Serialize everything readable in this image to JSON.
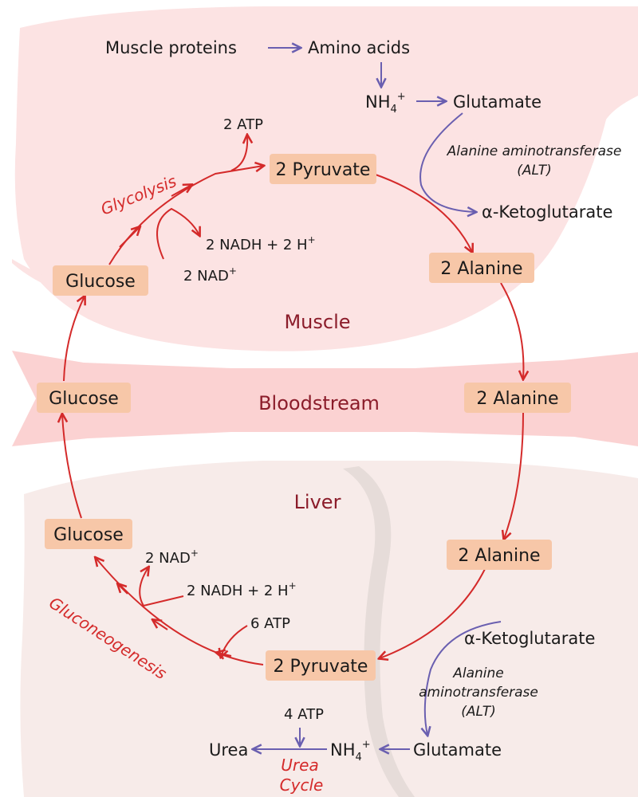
{
  "regions": {
    "muscle": "Muscle",
    "bloodstream": "Bloodstream",
    "liver": "Liver"
  },
  "boxes": {
    "glucose_muscle": "Glucose",
    "pyruvate_muscle": "2 Pyruvate",
    "alanine_muscle": "2 Alanine",
    "glucose_blood": "Glucose",
    "alanine_blood": "2 Alanine",
    "glucose_liver": "Glucose",
    "alanine_liver": "2 Alanine",
    "pyruvate_liver": "2 Pyruvate"
  },
  "muscle": {
    "muscle_proteins": "Muscle proteins",
    "amino_acids": "Amino acids",
    "nh4": "NH",
    "nh4_sub": "4",
    "nh4_sup": "+",
    "glutamate": "Glutamate",
    "enzyme_line1": "Alanine aminotransferase",
    "enzyme_line2": "(ALT)",
    "alpha_kg": "α-Ketoglutarate",
    "atp": "2 ATP",
    "glycolysis": "Glycolysis",
    "nadh": "2 NADH + 2 H",
    "nadh_sup": "+",
    "nad": "2 NAD",
    "nad_sup": "+"
  },
  "liver": {
    "alpha_kg": "α-Ketoglutarate",
    "enzyme_line1": "Alanine",
    "enzyme_line2": "aminotransferase",
    "enzyme_line3": "(ALT)",
    "glutamate": "Glutamate",
    "nh4": "NH",
    "nh4_sub": "4",
    "nh4_sup": "+",
    "urea": "Urea",
    "atp4": "4 ATP",
    "urea_cycle_1": "Urea",
    "urea_cycle_2": "Cycle",
    "atp6": "6 ATP",
    "nadh": "2 NADH + 2 H",
    "nadh_sup": "+",
    "nad": "2 NAD",
    "nad_sup": "+",
    "gluconeogenesis": "Gluconeogenesis"
  },
  "colors": {
    "cycle_arrow": "#d42a2a",
    "side_arrow": "#6a5fb0",
    "box_fill": "#f7c7a8",
    "muscle_fill": "#fce3e3",
    "blood_fill": "#fbd2d2",
    "liver_fill": "#f7ebe9",
    "region_text": "#8b1c2a"
  }
}
